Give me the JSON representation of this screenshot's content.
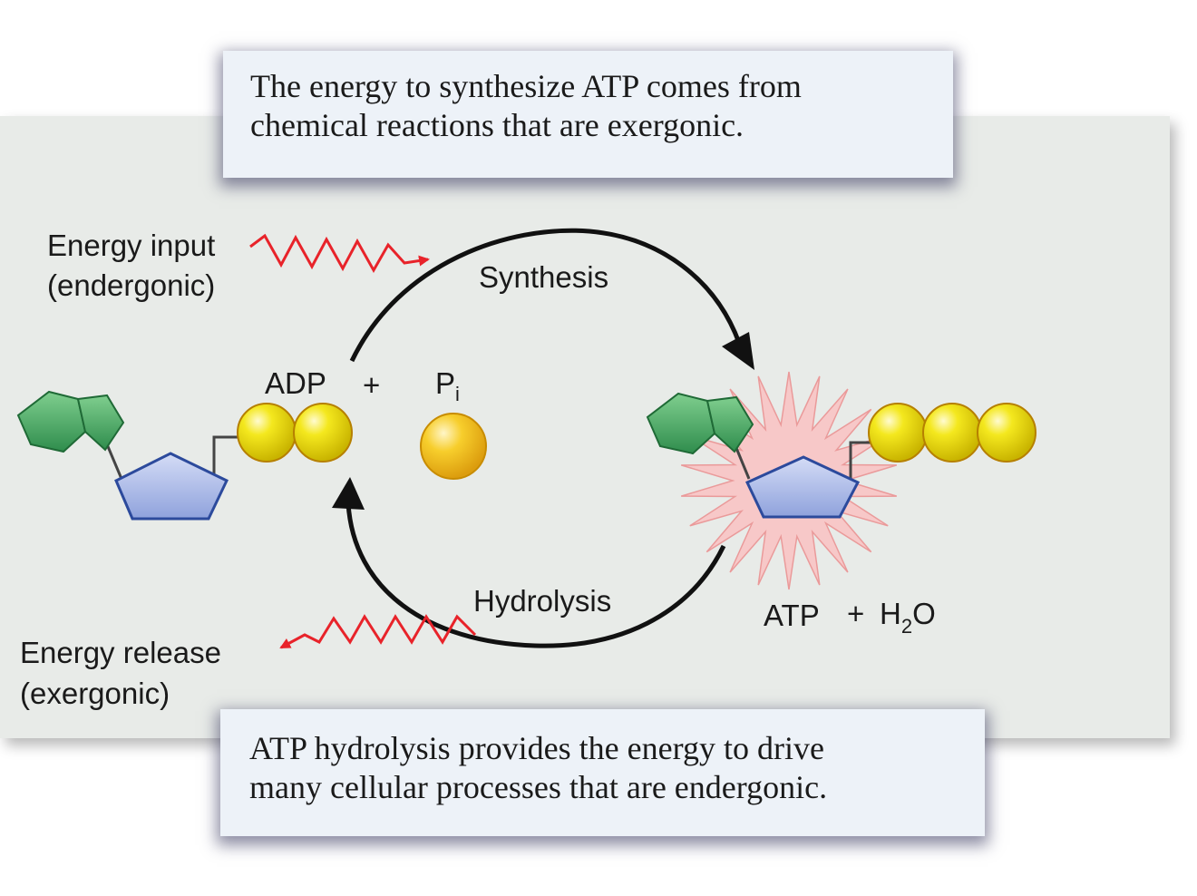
{
  "top_callout": {
    "line1": "The energy to synthesize ATP comes from",
    "line2": "chemical reactions that are exergonic."
  },
  "bottom_callout": {
    "line1": "ATP hydrolysis provides the energy to drive",
    "line2": "many cellular processes that are endergonic."
  },
  "energy_input": {
    "line1": "Energy input",
    "line2": "(endergonic)"
  },
  "energy_release": {
    "line1": "Energy release",
    "line2": "(exergonic)"
  },
  "cycle": {
    "synthesis": "Synthesis",
    "hydrolysis": "Hydrolysis"
  },
  "left_molecule": {
    "label": "ADP",
    "plus": "+"
  },
  "phosphate": {
    "symbol": "P",
    "subscript": "i"
  },
  "right_molecule": {
    "label": "ATP",
    "plus": "+",
    "water_h": "H",
    "water_sub": "2",
    "water_o": "O"
  },
  "colors": {
    "panel_bg": "#e8ebe8",
    "callout_bg": "#edf2f8",
    "energy_arrow": "#e8232a",
    "cycle_arrow": "#111111",
    "adenine": "#3aa05a",
    "ribose": "#a9b8e6",
    "phosphate": "#f2e01e",
    "free_phosphate": "#f5c21f",
    "burst": "#f7c8c8"
  }
}
